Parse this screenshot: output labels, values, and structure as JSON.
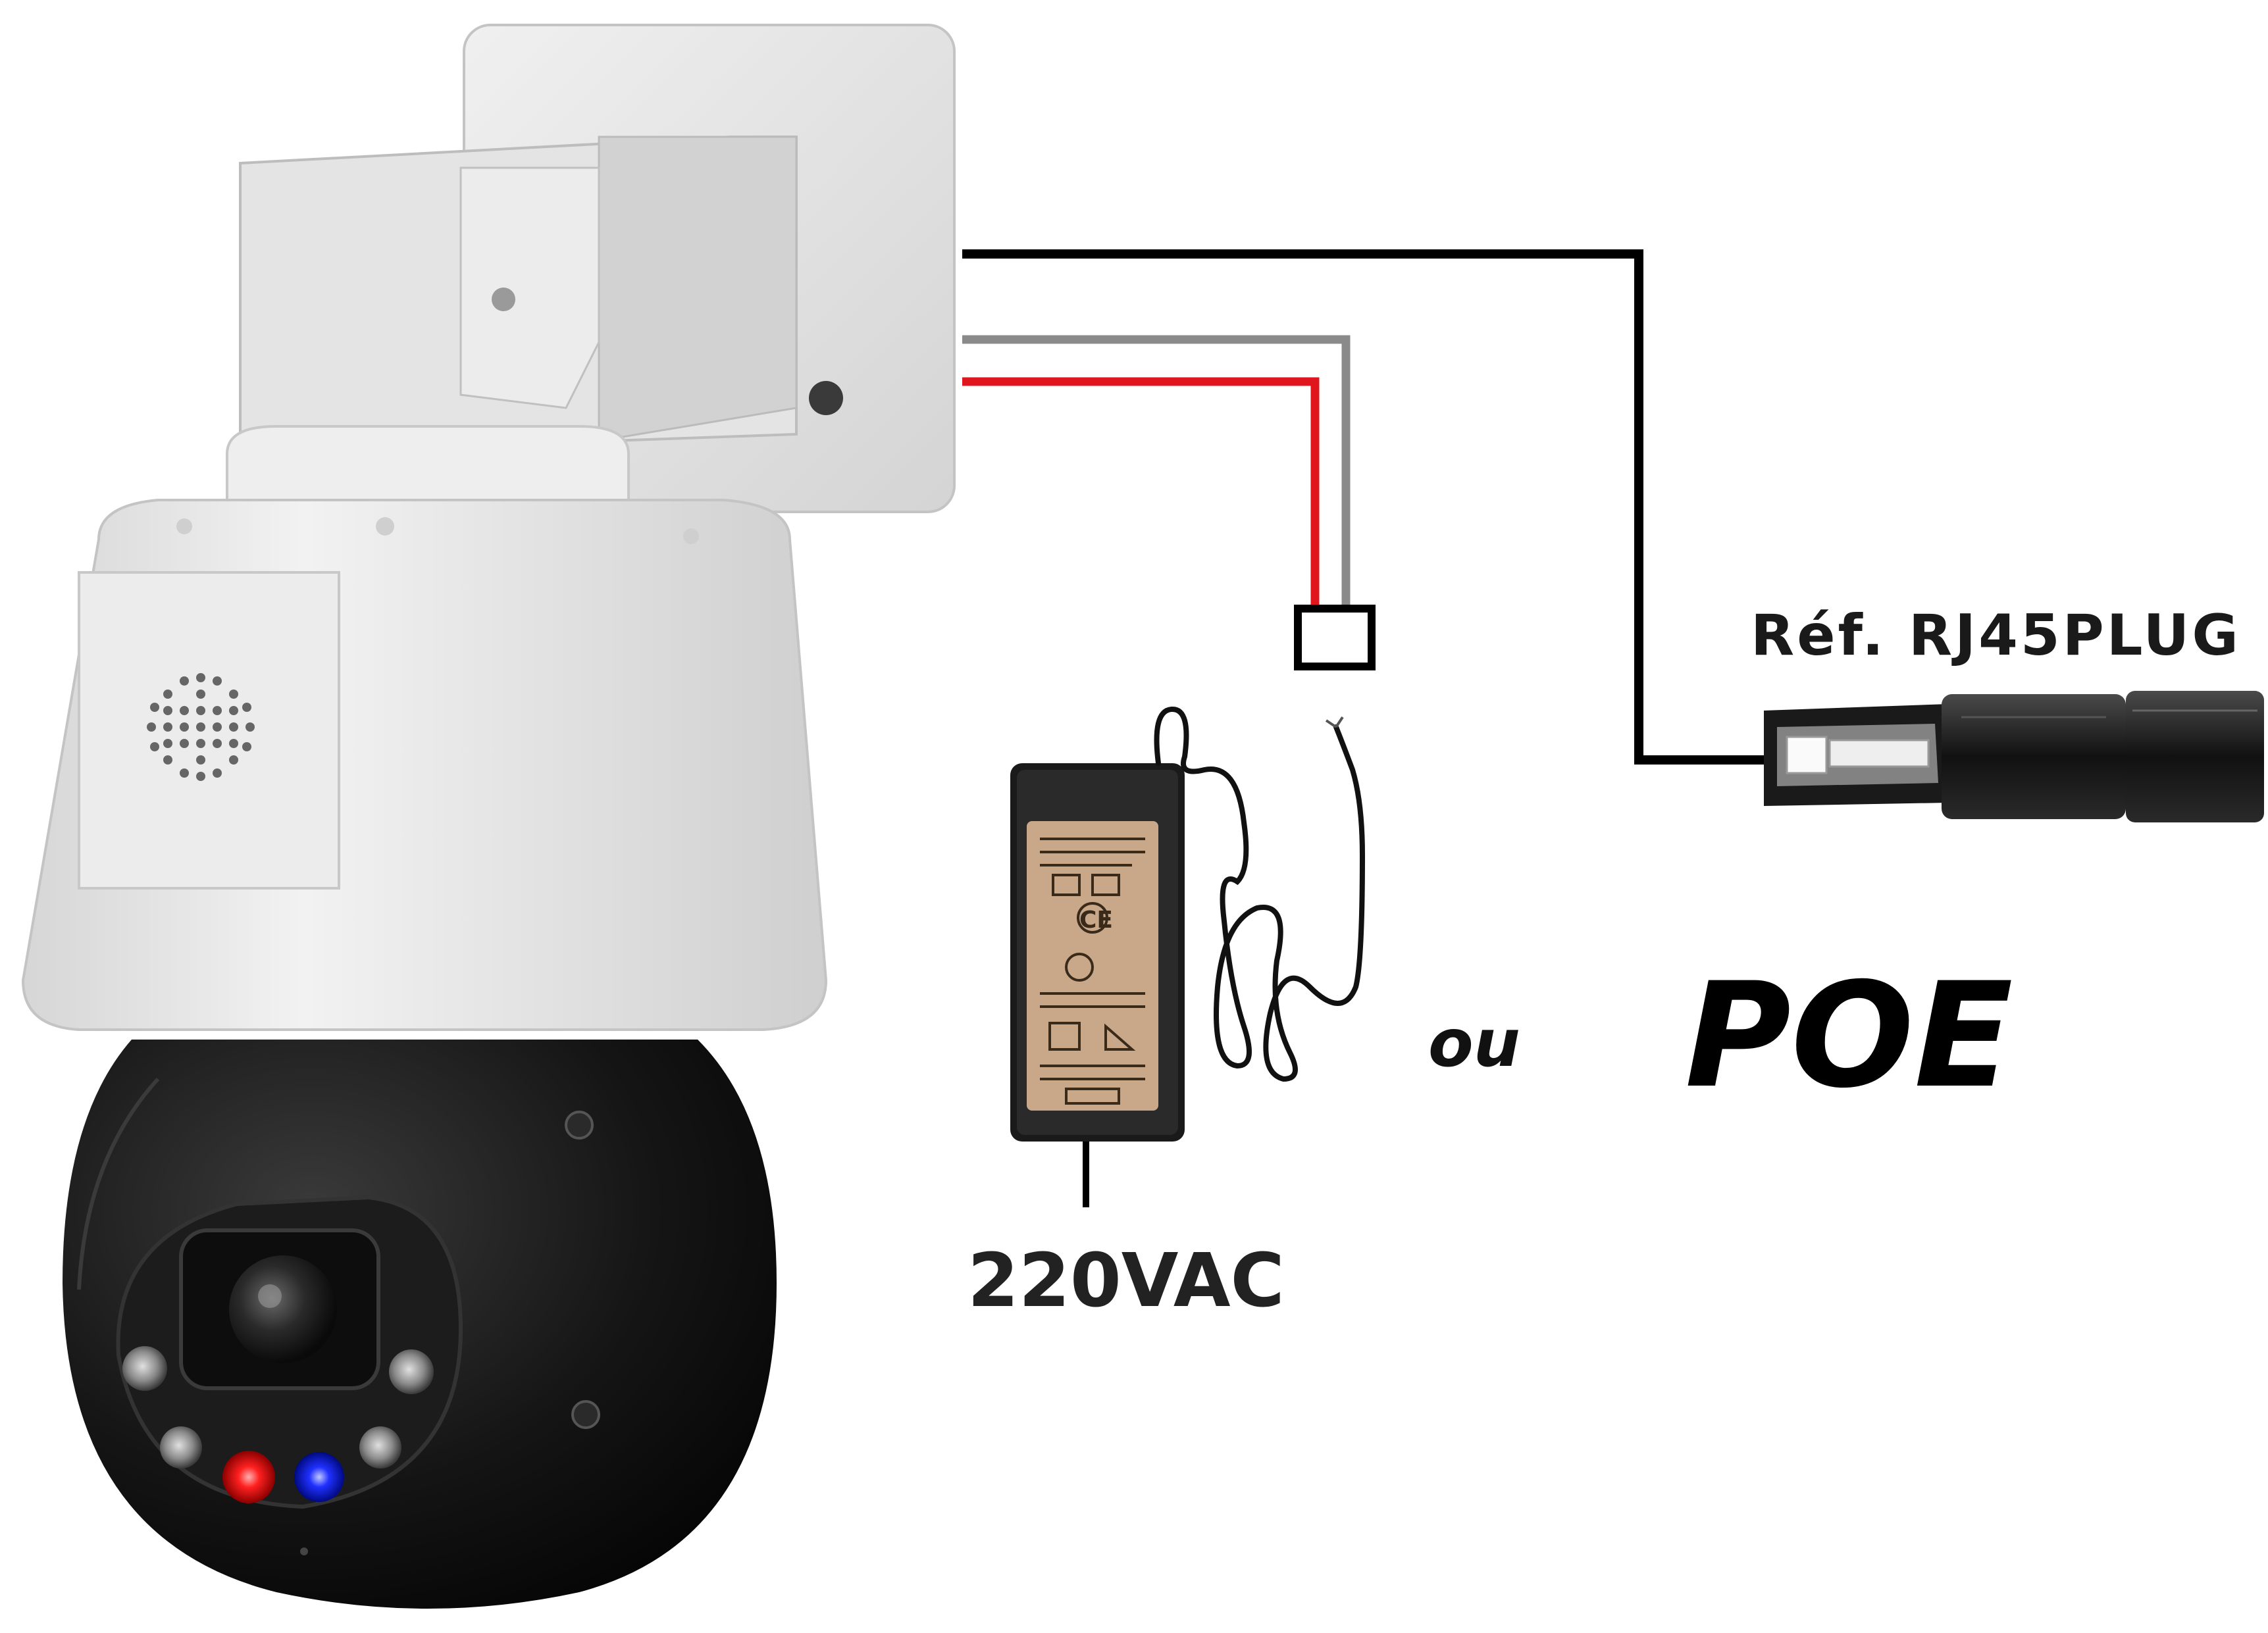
{
  "labels": {
    "connector_ref": "Réf. RJ45PLUG",
    "voltage": "220VAC",
    "or_word": "ou",
    "poe": "POE"
  },
  "colors": {
    "housing": "#e8e8e8",
    "dome": "#151515",
    "wire_black": "#000000",
    "wire_grey": "#8a8a8a",
    "wire_red": "#e0161e",
    "led_red": "#e01818",
    "led_blue": "#1a2ee0",
    "adapter_label": "#c9a88a"
  }
}
